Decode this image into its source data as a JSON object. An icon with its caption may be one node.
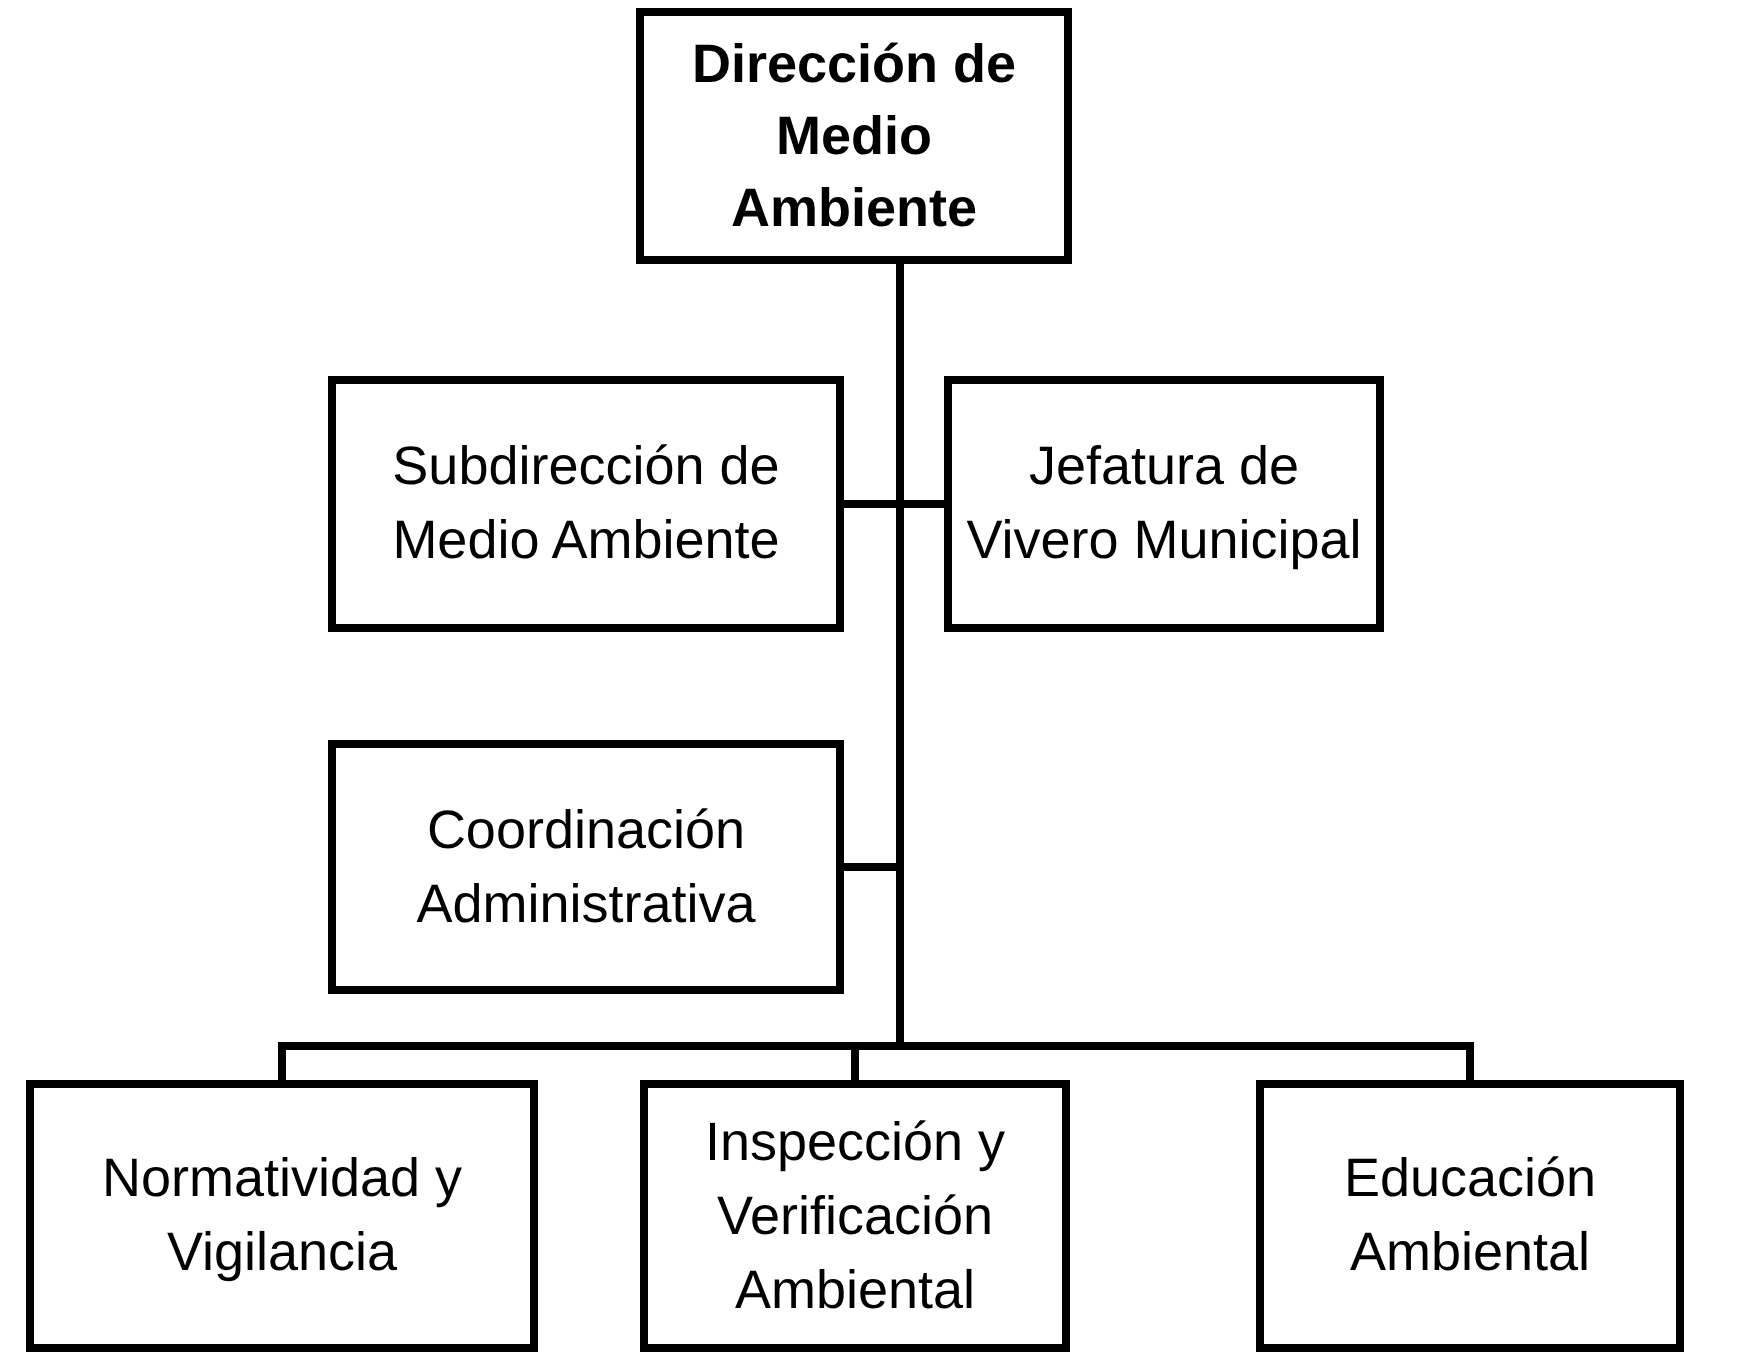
{
  "diagram": {
    "nodes": [
      {
        "text": [
          "Dirección de Medio Ambiente"
        ]
      },
      {
        "text": [
          "Subdirección de Medio Ambiente"
        ]
      },
      {
        "text": [
          "Jefatura de Vivero Municipal"
        ]
      },
      {
        "text": [
          "Coordinación Administrativa"
        ]
      },
      {
        "text": [
          "Normatividad y Vigilancia"
        ]
      },
      {
        "text": [
          "Inspección y Verificación Ambiental"
        ]
      },
      {
        "text": [
          "Educación Ambiental"
        ]
      }
    ],
    "edges": [
      {
        "from": 0,
        "to": 1,
        "arrow": "none"
      },
      {
        "from": 0,
        "to": 2,
        "arrow": "none"
      },
      {
        "from": 0,
        "to": 3,
        "arrow": "none"
      },
      {
        "from": 0,
        "to": 4,
        "arrow": "none"
      },
      {
        "from": 0,
        "to": 5,
        "arrow": "none"
      },
      {
        "from": 0,
        "to": 6,
        "arrow": "none"
      }
    ]
  }
}
